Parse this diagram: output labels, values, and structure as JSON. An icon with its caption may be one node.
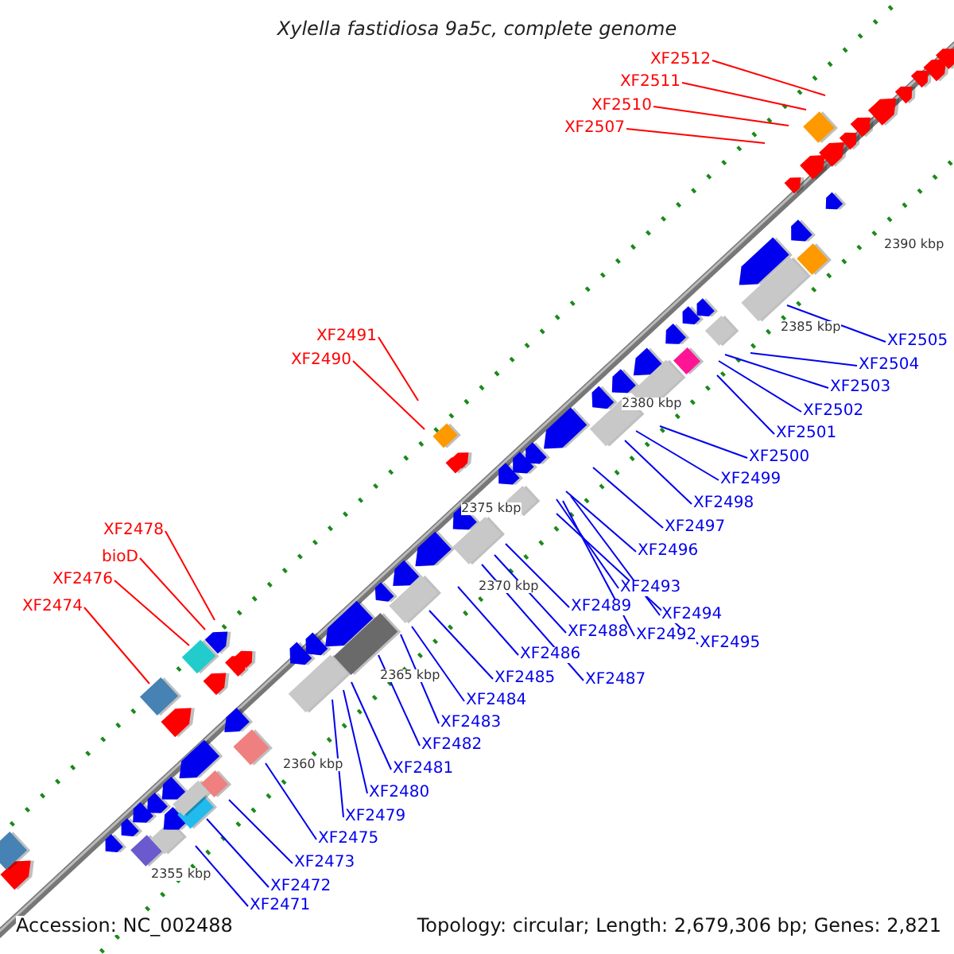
{
  "diagram": {
    "title": "Xylella fastidiosa 9a5c, complete genome",
    "nodes": [
      {
        "text": [
          "XF2512"
        ]
      },
      {
        "text": [
          "XF2511"
        ]
      },
      {
        "text": [
          "XF2510"
        ]
      },
      {
        "text": [
          "XF2507"
        ]
      },
      {
        "text": [
          "XF2505"
        ]
      },
      {
        "text": [
          "XF2491"
        ]
      },
      {
        "text": [
          "XF2504"
        ]
      },
      {
        "text": [
          "XF2490"
        ]
      },
      {
        "text": [
          "XF2503"
        ]
      },
      {
        "text": [
          "XF2502"
        ]
      },
      {
        "text": [
          "XF2501"
        ]
      },
      {
        "text": [
          "XF2500"
        ]
      },
      {
        "text": [
          "XF2499"
        ]
      },
      {
        "text": [
          "XF2498"
        ]
      },
      {
        "text": [
          "XF2497"
        ]
      },
      {
        "text": [
          "XF2478"
        ]
      },
      {
        "text": [
          "XF2496"
        ]
      },
      {
        "text": [
          "bioD"
        ]
      },
      {
        "text": [
          "XF2476"
        ]
      },
      {
        "text": [
          "XF2493"
        ]
      },
      {
        "text": [
          "XF2474"
        ]
      },
      {
        "text": [
          "XF2489"
        ]
      },
      {
        "text": [
          "XF2494"
        ]
      },
      {
        "text": [
          "XF2488"
        ]
      },
      {
        "text": [
          "XF2492"
        ]
      },
      {
        "text": [
          "XF2495"
        ]
      },
      {
        "text": [
          "XF2486"
        ]
      },
      {
        "text": [
          "XF2485"
        ]
      },
      {
        "text": [
          "XF2487"
        ]
      },
      {
        "text": [
          "XF2484"
        ]
      },
      {
        "text": [
          "XF2483"
        ]
      },
      {
        "text": [
          "XF2482"
        ]
      },
      {
        "text": [
          "XF2481"
        ]
      },
      {
        "text": [
          "XF2480"
        ]
      },
      {
        "text": [
          "XF2479"
        ]
      },
      {
        "text": [
          "XF2475"
        ]
      },
      {
        "text": [
          "XF2473"
        ]
      },
      {
        "text": [
          "XF2472"
        ]
      },
      {
        "text": [
          "XF2471"
        ]
      }
    ],
    "edges": [
      {
        "from": 0,
        "to": null,
        "arrow": "none",
        "color": "#ff0000"
      },
      {
        "from": 1,
        "to": null,
        "arrow": "none",
        "color": "#ff0000"
      },
      {
        "from": 2,
        "to": null,
        "arrow": "none",
        "color": "#ff0000"
      },
      {
        "from": 3,
        "to": null,
        "arrow": "none",
        "color": "#ff0000"
      },
      {
        "from": 4,
        "to": null,
        "arrow": "none"
      },
      {
        "from": 5,
        "to": null,
        "arrow": "none",
        "color": "#ff0000"
      },
      {
        "from": 6,
        "to": null,
        "arrow": "none"
      },
      {
        "from": 7,
        "to": null,
        "arrow": "none",
        "color": "#ff0000"
      },
      {
        "from": 8,
        "to": null,
        "arrow": "none"
      },
      {
        "from": 9,
        "to": null,
        "arrow": "none"
      },
      {
        "from": 10,
        "to": null,
        "arrow": "none"
      },
      {
        "from": 11,
        "to": null,
        "arrow": "none"
      },
      {
        "from": 12,
        "to": null,
        "arrow": "none"
      },
      {
        "from": 13,
        "to": null,
        "arrow": "none"
      },
      {
        "from": 14,
        "to": null,
        "arrow": "none"
      },
      {
        "from": 15,
        "to": null,
        "arrow": "none",
        "color": "#ff0000"
      },
      {
        "from": 16,
        "to": null,
        "arrow": "none"
      },
      {
        "from": 17,
        "to": null,
        "arrow": "none",
        "color": "#ff0000"
      },
      {
        "from": 18,
        "to": null,
        "arrow": "none",
        "color": "#ff0000"
      },
      {
        "from": 19,
        "to": null,
        "arrow": "none"
      },
      {
        "from": 20,
        "to": null,
        "arrow": "none",
        "color": "#ff0000"
      },
      {
        "from": 21,
        "to": null,
        "arrow": "none"
      },
      {
        "from": 22,
        "to": null,
        "arrow": "none"
      },
      {
        "from": 23,
        "to": null,
        "arrow": "none"
      },
      {
        "from": 24,
        "to": null,
        "arrow": "none"
      },
      {
        "from": 25,
        "to": null,
        "arrow": "none"
      },
      {
        "from": 26,
        "to": null,
        "arrow": "none"
      },
      {
        "from": 27,
        "to": null,
        "arrow": "none"
      },
      {
        "from": 28,
        "to": null,
        "arrow": "none"
      },
      {
        "from": 29,
        "to": null,
        "arrow": "none"
      },
      {
        "from": 30,
        "to": null,
        "arrow": "none"
      },
      {
        "from": 31,
        "to": null,
        "arrow": "none"
      },
      {
        "from": 32,
        "to": null,
        "arrow": "none"
      },
      {
        "from": 33,
        "to": null,
        "arrow": "none"
      },
      {
        "from": 34,
        "to": null,
        "arrow": "none"
      },
      {
        "from": 35,
        "to": null,
        "arrow": "none"
      },
      {
        "from": 36,
        "to": null,
        "arrow": "none"
      },
      {
        "from": 37,
        "to": null,
        "arrow": "none"
      },
      {
        "from": 38,
        "to": null,
        "arrow": "none"
      }
    ],
    "labels": [
      "2390 kbp",
      "2385 kbp",
      "2380 kbp",
      "2375 kbp",
      "2370 kbp",
      "2365 kbp",
      "2360 kbp",
      "2355 kbp",
      "Accession: NC_002488",
      "Topology: circular; Length: 2,679,306 bp; Genes: 2,821"
    ]
  }
}
